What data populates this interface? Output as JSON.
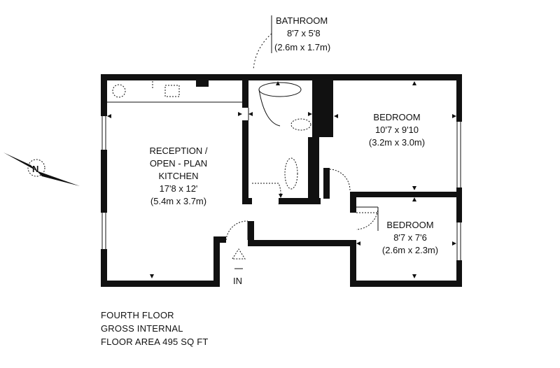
{
  "rooms": {
    "bathroom": {
      "name": "BATHROOM",
      "imperial": "8'7 x 5'8",
      "metric": "(2.6m x 1.7m)"
    },
    "reception": {
      "name_line1": "RECEPTION /",
      "name_line2": "OPEN - PLAN",
      "name_line3": "KITCHEN",
      "imperial": "17'8 x 12'",
      "metric": "(5.4m x 3.7m)"
    },
    "bedroom1": {
      "name": "BEDROOM",
      "imperial": "10'7 x 9'10",
      "metric": "(3.2m x 3.0m)"
    },
    "bedroom2": {
      "name": "BEDROOM",
      "imperial": "8'7 x 7'6",
      "metric": "(2.6m x 2.3m)"
    }
  },
  "entrance_label": "IN",
  "compass_label": "N",
  "footer": {
    "line1": "FOURTH FLOOR",
    "line2": "GROSS INTERNAL",
    "line3": "FLOOR AREA 495 SQ FT"
  },
  "colors": {
    "wall": "#111111",
    "background": "#ffffff"
  }
}
